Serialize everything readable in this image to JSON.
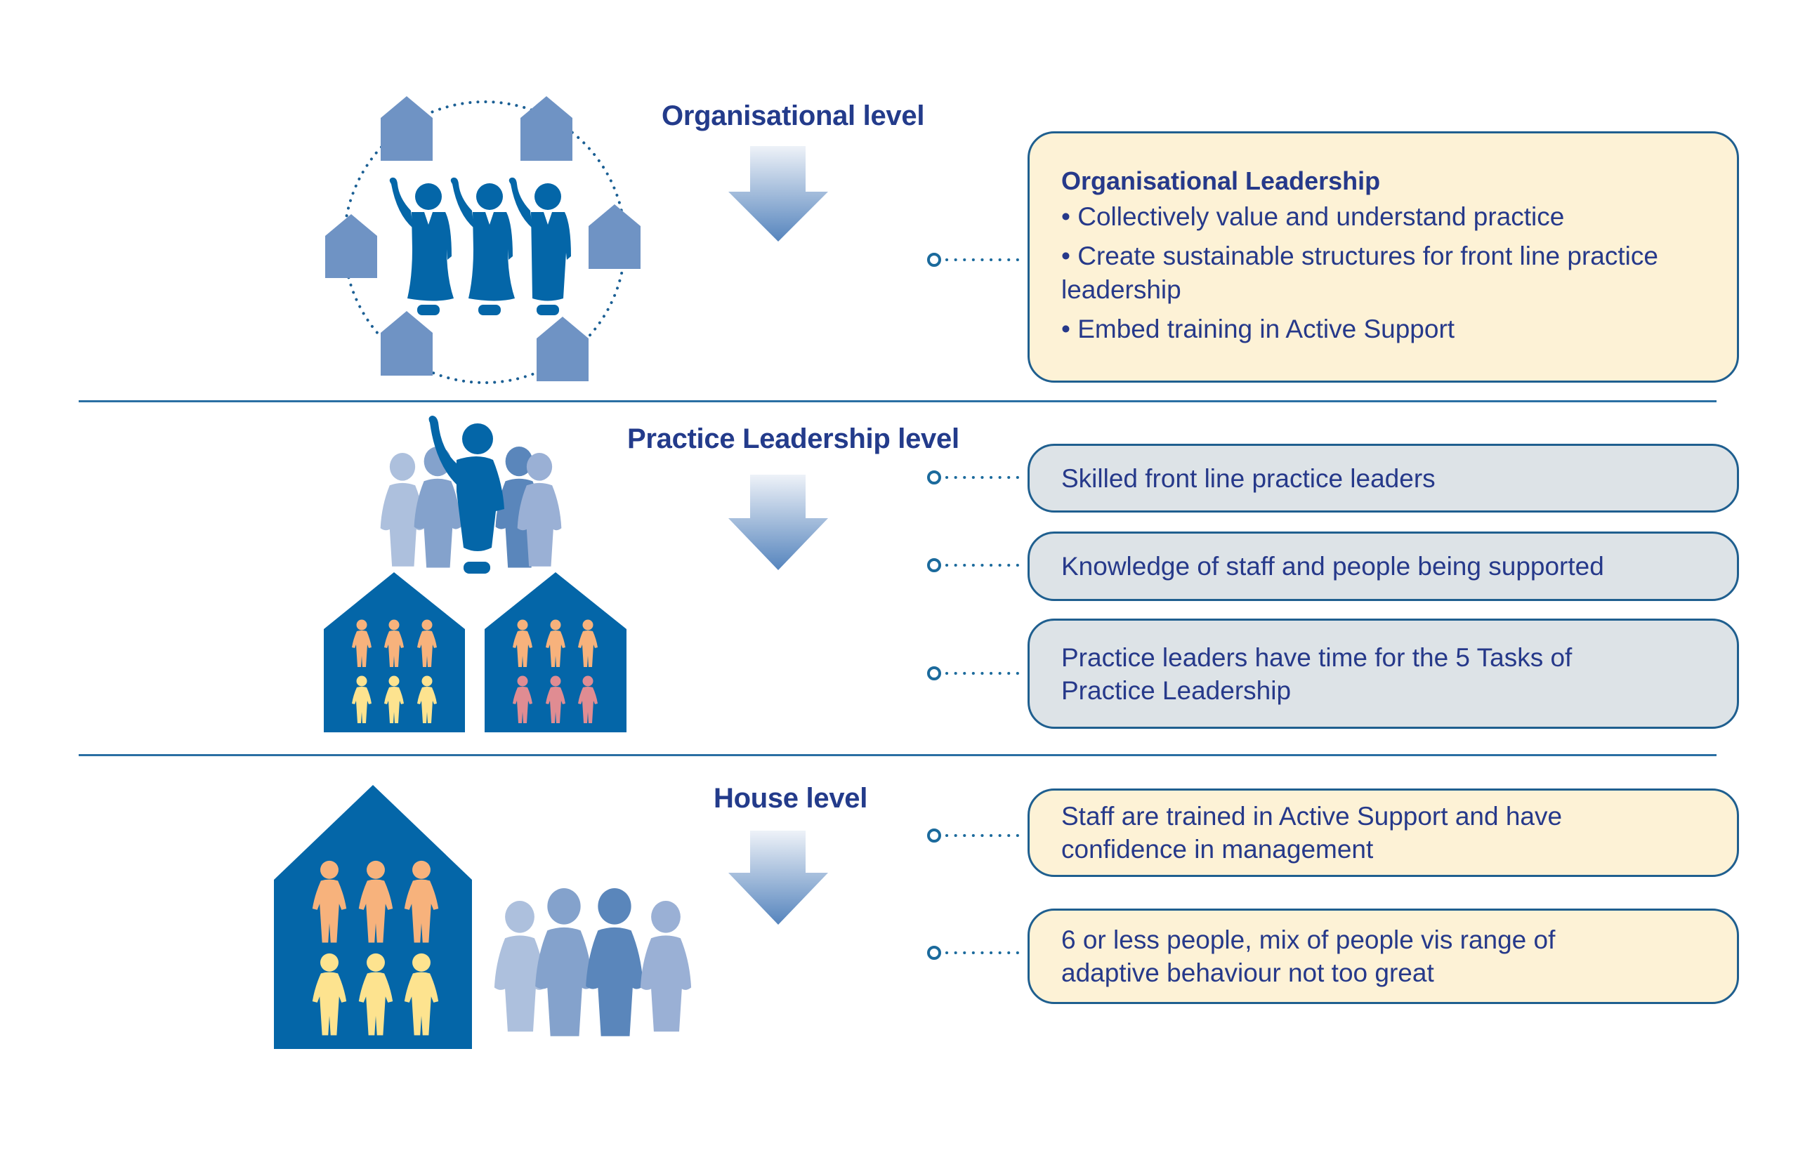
{
  "colors": {
    "title_text": "#233b8b",
    "box_text": "#26398a",
    "box_border": "#1f5f8f",
    "box_cream": "#fdf2d6",
    "box_grey": "#dde3e7",
    "divider": "#2a6fa3",
    "figure_dark": "#0466a8",
    "house_light": "#6f93c4",
    "arrow_top": "#eef2f8",
    "arrow_bottom": "#5584bd",
    "person_orange": "#f7b27c",
    "person_yellow": "#fde38f",
    "person_pink": "#e08c92"
  },
  "levels": [
    {
      "title": "Organisational level",
      "illustration": "leaders-circle-of-houses-icon",
      "boxes": [
        {
          "style": "cream",
          "heading": "Organisational Leadership",
          "bullets": [
            "• Collectively value and understand practice",
            "• Create sustainable structures for front line practice leadership",
            "• Embed training in Active Support"
          ]
        }
      ]
    },
    {
      "title": "Practice Leadership level",
      "illustration": "practice-leader-over-houses-icon",
      "boxes": [
        {
          "style": "grey",
          "text": "Skilled front line practice leaders"
        },
        {
          "style": "grey",
          "text": "Knowledge of staff and people being supported"
        },
        {
          "style": "grey",
          "text": "Practice leaders have time for the 5 Tasks of Practice Leadership"
        }
      ]
    },
    {
      "title": "House level",
      "illustration": "house-with-residents-and-staff-icon",
      "boxes": [
        {
          "style": "cream",
          "text": "Staff are trained in Active Support and have confidence in management"
        },
        {
          "style": "cream",
          "text": "6 or less people, mix of people vis range of adaptive behaviour not too great"
        }
      ]
    }
  ]
}
